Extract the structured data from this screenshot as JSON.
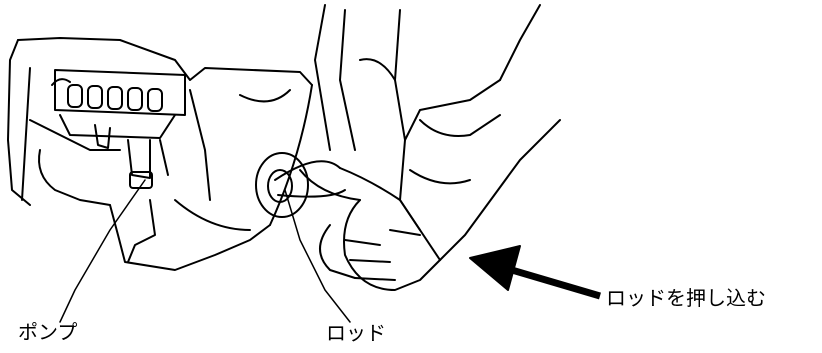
{
  "labels": {
    "pump": "ポンプ",
    "rod": "ロッド",
    "push_rod": "ロッドを押し込む"
  },
  "colors": {
    "ink": "#000000",
    "background": "#ffffff"
  }
}
